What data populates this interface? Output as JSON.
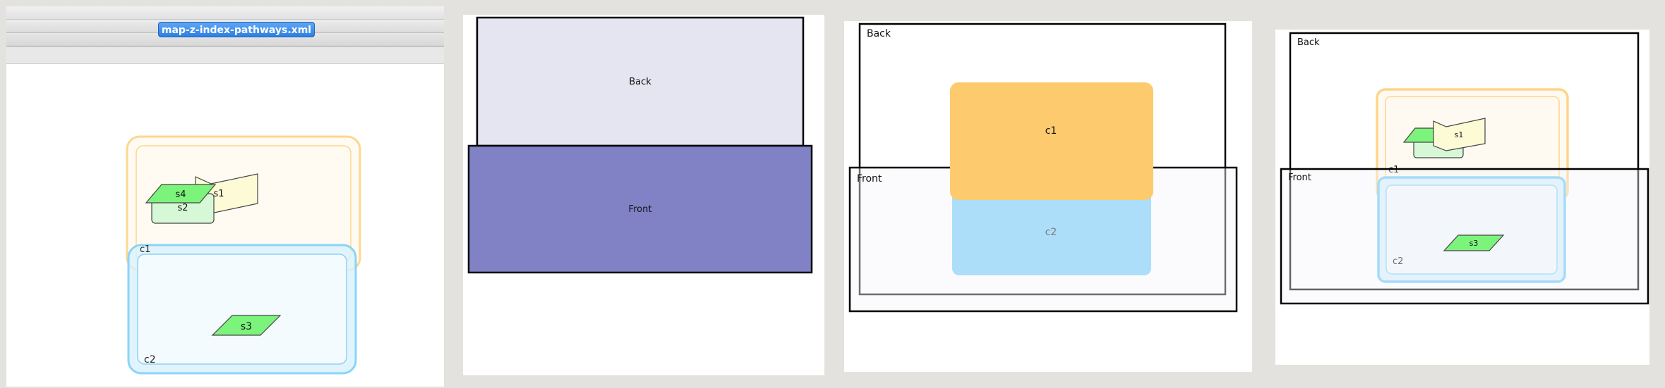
{
  "app": {
    "file_tab": "map-z-index-pathways.xml"
  },
  "pathway_map": {
    "compartments": [
      "c1",
      "c2"
    ],
    "species": [
      "s1",
      "s2",
      "s3",
      "s4"
    ]
  },
  "layer_demo": {
    "back_label": "Back",
    "front_label": "Front"
  },
  "overlap_demo": {
    "back_label": "Back",
    "front_label": "Front",
    "c1_label": "c1",
    "c2_label": "c2"
  },
  "combined_demo": {
    "back_label": "Back",
    "front_label": "Front",
    "c1_label": "c1",
    "c2_label": "c2",
    "s1_label": "s1",
    "s3_label": "s3"
  },
  "colors": {
    "compartment_c1": "#fdca6e",
    "compartment_c2": "#70caf9",
    "species_green": "#7cf47c",
    "species_pale_green": "#d7f8d7",
    "species_cream": "#fdfbd6",
    "back_fill": "#e5e5f1",
    "front_fill": "#8181c5",
    "file_tab": "#2d7fe0"
  }
}
